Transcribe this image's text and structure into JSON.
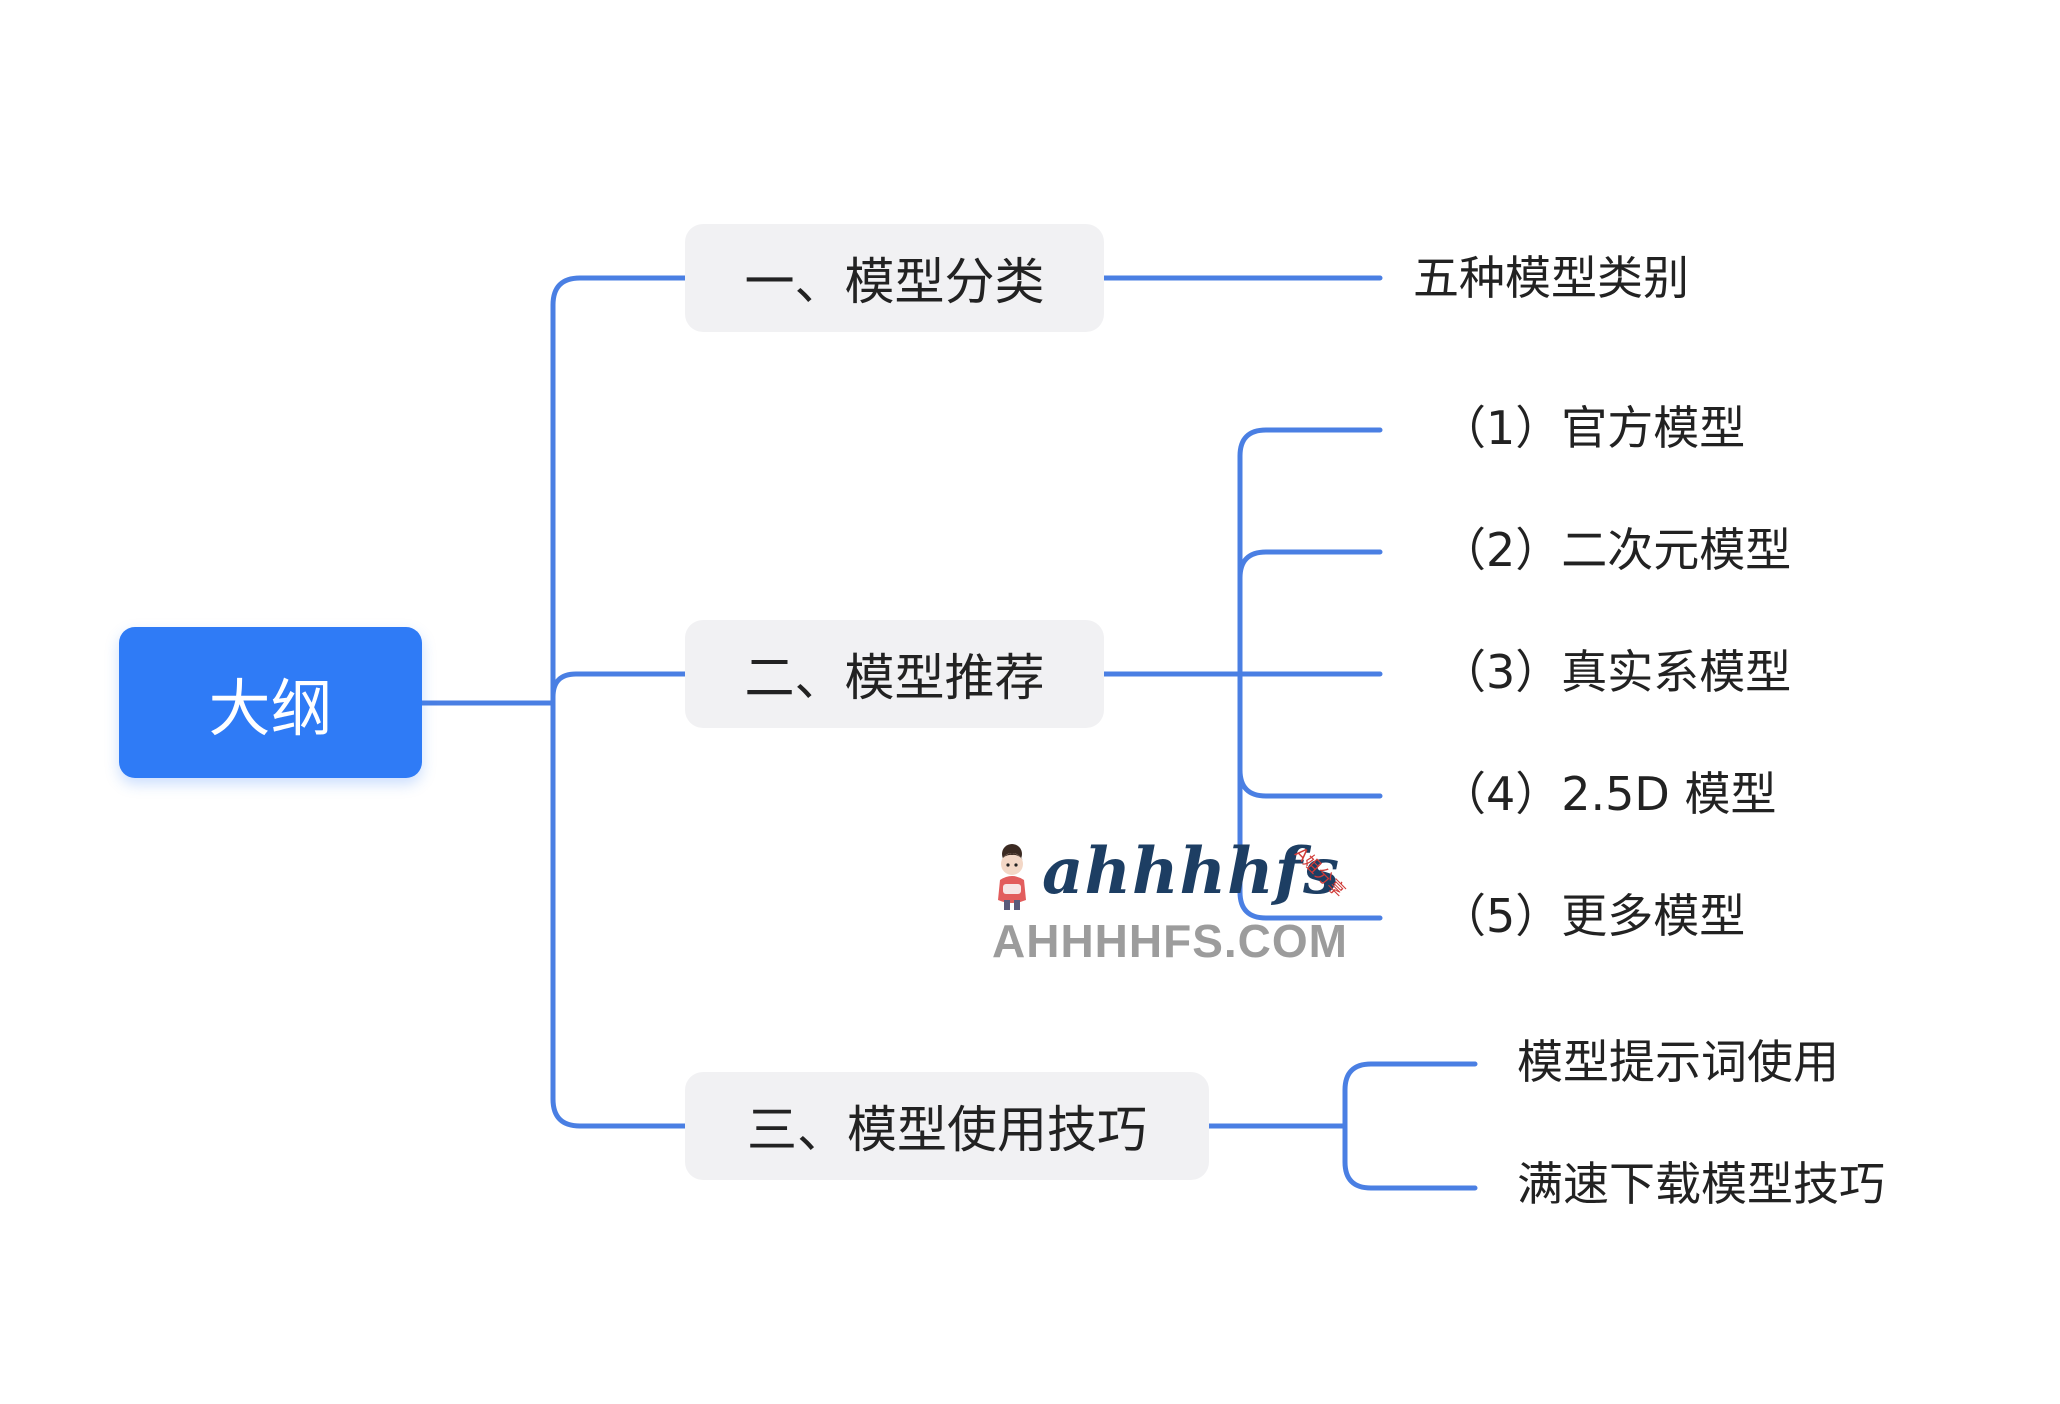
{
  "root": {
    "label": "大纲"
  },
  "branches": [
    {
      "label": "一、模型分类",
      "children": [
        "五种模型类别"
      ]
    },
    {
      "label": "二、模型推荐",
      "children": [
        "（1）官方模型",
        "（2）二次元模型",
        "（3）真实系模型",
        "（4）2.5D 模型",
        "（5）更多模型"
      ]
    },
    {
      "label": "三、模型使用技巧",
      "children": [
        "模型提示词使用",
        "满速下载模型技巧"
      ]
    }
  ],
  "colors": {
    "accent": "#2f7bf6",
    "connector": "#4a7fe3",
    "branch_bg": "#f1f1f3",
    "text": "#222222"
  },
  "watermark": {
    "script_text": "ahhhhfs",
    "side_text": "A姐分享",
    "url": "AHHHHFS.COM"
  }
}
